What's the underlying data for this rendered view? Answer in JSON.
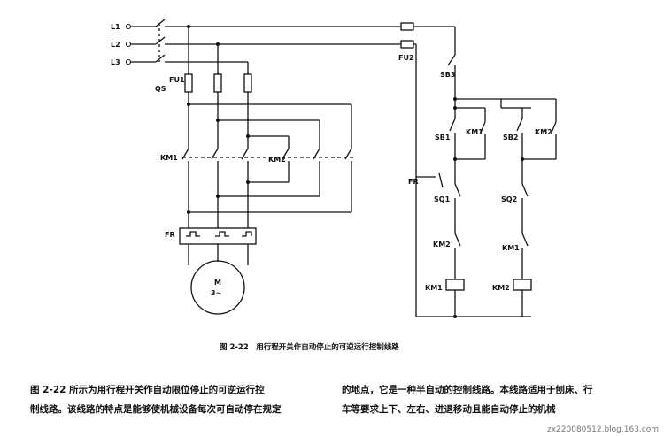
{
  "diagram": {
    "labels": {
      "L1": "L1",
      "L2": "L2",
      "L3": "L3",
      "QS": "QS",
      "FU1": "FU1",
      "FU2": "FU2",
      "KM1_main": "KM1",
      "KM2_main": "KM2",
      "FR_main": "FR",
      "motor_M": "M",
      "motor_phase": "3~",
      "SB3": "SB3",
      "SB1": "SB1",
      "KM1_hold": "KM1",
      "SB2": "SB2",
      "KM2_hold": "KM2",
      "FR_ctrl": "FR",
      "SQ1": "SQ1",
      "SQ2": "SQ2",
      "KM2_interlock": "KM2",
      "KM1_interlock": "KM1",
      "KM1_coil": "KM1",
      "KM2_coil": "KM2"
    },
    "caption": "图 2-22　用行程开关作自动停止的可逆运行控制线路"
  },
  "text": {
    "left_line1": "图 2-22 所示为用行程开关作自动限位停止的可逆运行控",
    "left_line2": "制线路。该线路的特点是能够使机械设备每次可自动停在规定",
    "right_line1": "的地点，它是一种半自动的控制线路。本线路适用于刨床、行",
    "right_line2": "车等要求上下、左右、进退移动且能自动停止的机械"
  },
  "watermark": "zx220080512.blog.163.com"
}
